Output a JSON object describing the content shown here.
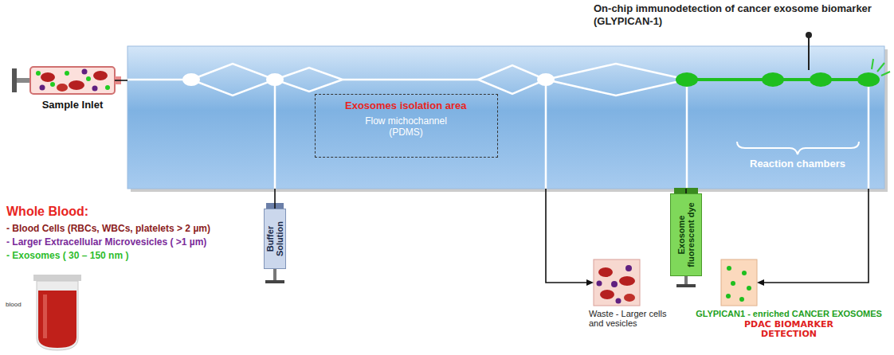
{
  "diagram": {
    "title": "On-chip immunodetection of cancer exosome biomarker (GLYPICAN-1)",
    "nodes": [
      {
        "text": [
          "Sample Inlet"
        ]
      },
      {
        "text": [
          "Reaction chambers"
        ]
      },
      {
        "text": [
          "Exosomes isolation area",
          "Flow michochannel (PDMS)"
        ],
        "in": 1
      },
      {
        "text": [
          "Buffer Solution"
        ]
      },
      {
        "text": [
          "Waste - Larger cells and vesicles"
        ]
      },
      {
        "text": [
          "Exosome fluorescent dye"
        ]
      },
      {
        "text": [
          "GLYPICAN1 - enriched CANCER EXOSOMES",
          "PDAC BIOMARKER DETECTION"
        ]
      }
    ],
    "edges": [
      {
        "from": 0,
        "to": 1,
        "arrow": "none"
      },
      {
        "from": 3,
        "to": 1,
        "arrow": "none"
      },
      {
        "from": 1,
        "to": 4,
        "arrow": "to"
      },
      {
        "from": 5,
        "to": 1,
        "arrow": "none"
      },
      {
        "from": 1,
        "to": 6,
        "arrow": "to"
      }
    ],
    "labels": [
      "Whole Blood:",
      "- Blood Cells (RBCs, WBCs, platelets > 2 µm)",
      "- Larger Extracellular Microvesicles ( >1 µm)",
      "- Exosomes ( 30 – 150 nm )",
      "blood"
    ]
  }
}
